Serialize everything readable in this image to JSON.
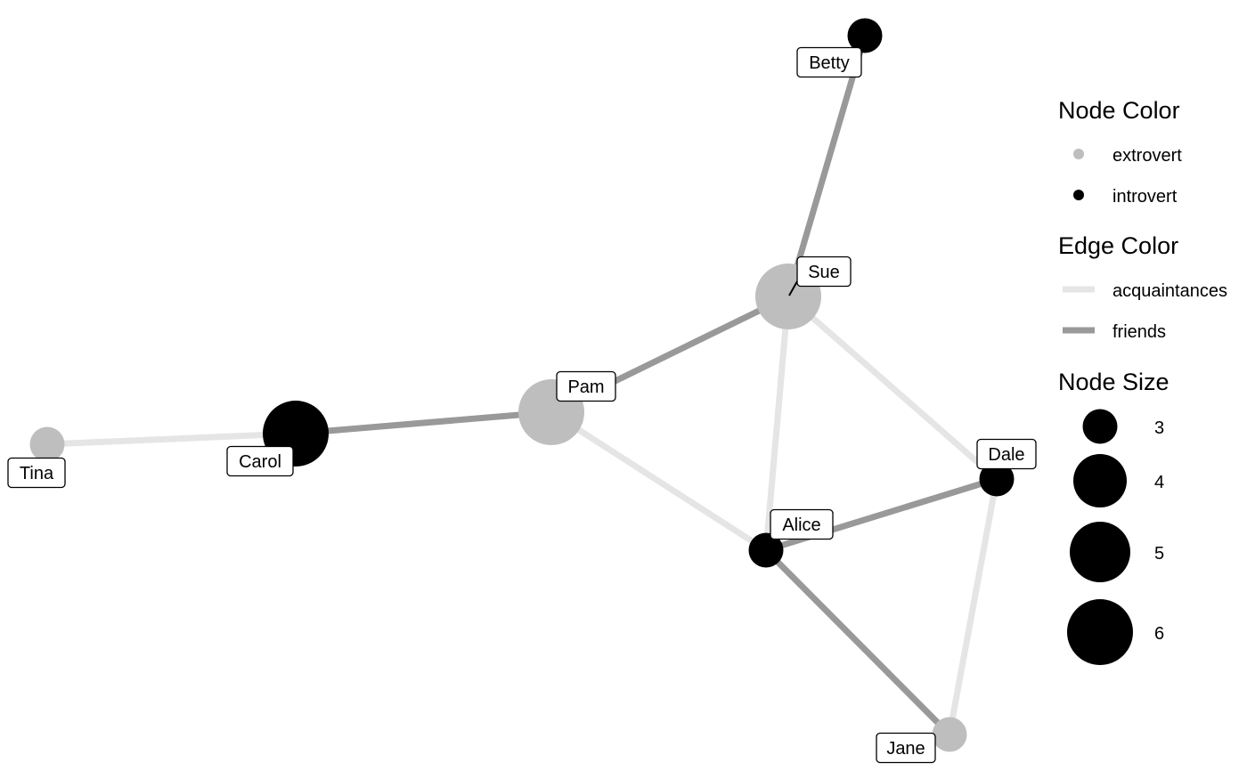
{
  "diagram": {
    "nodes": [
      {
        "id": "Betty",
        "label": "Betty",
        "type": "introvert",
        "size": 3
      },
      {
        "id": "Sue",
        "label": "Sue",
        "type": "extrovert",
        "size": 6
      },
      {
        "id": "Pam",
        "label": "Pam",
        "type": "extrovert",
        "size": 6
      },
      {
        "id": "Carol",
        "label": "Carol",
        "type": "introvert",
        "size": 6
      },
      {
        "id": "Tina",
        "label": "Tina",
        "type": "extrovert",
        "size": 3
      },
      {
        "id": "Dale",
        "label": "Dale",
        "type": "introvert",
        "size": 3
      },
      {
        "id": "Alice",
        "label": "Alice",
        "type": "introvert",
        "size": 3
      },
      {
        "id": "Jane",
        "label": "Jane",
        "type": "extrovert",
        "size": 3
      }
    ],
    "edges": [
      {
        "from": "Betty",
        "to": "Sue",
        "type": "friends"
      },
      {
        "from": "Sue",
        "to": "Pam",
        "type": "friends"
      },
      {
        "from": "Sue",
        "to": "Alice",
        "type": "acquaintances"
      },
      {
        "from": "Sue",
        "to": "Dale",
        "type": "acquaintances"
      },
      {
        "from": "Pam",
        "to": "Carol",
        "type": "friends"
      },
      {
        "from": "Pam",
        "to": "Alice",
        "type": "acquaintances"
      },
      {
        "from": "Carol",
        "to": "Tina",
        "type": "acquaintances"
      },
      {
        "from": "Alice",
        "to": "Dale",
        "type": "friends"
      },
      {
        "from": "Alice",
        "to": "Jane",
        "type": "friends"
      },
      {
        "from": "Dale",
        "to": "Jane",
        "type": "acquaintances"
      }
    ]
  },
  "legend": {
    "node_color": {
      "title": "Node Color",
      "items": [
        {
          "label": "extrovert",
          "color": "#bebebe"
        },
        {
          "label": "introvert",
          "color": "#000000"
        }
      ]
    },
    "edge_color": {
      "title": "Edge Color",
      "items": [
        {
          "label": "acquaintances",
          "color": "#e5e5e5"
        },
        {
          "label": "friends",
          "color": "#999999"
        }
      ]
    },
    "node_size": {
      "title": "Node Size",
      "items": [
        {
          "label": "3",
          "value": 3
        },
        {
          "label": "4",
          "value": 4
        },
        {
          "label": "5",
          "value": 5
        },
        {
          "label": "6",
          "value": 6
        }
      ]
    }
  },
  "colors": {
    "extrovert": "#bebebe",
    "introvert": "#000000",
    "acquaintances": "#e5e5e5",
    "friends": "#999999"
  }
}
